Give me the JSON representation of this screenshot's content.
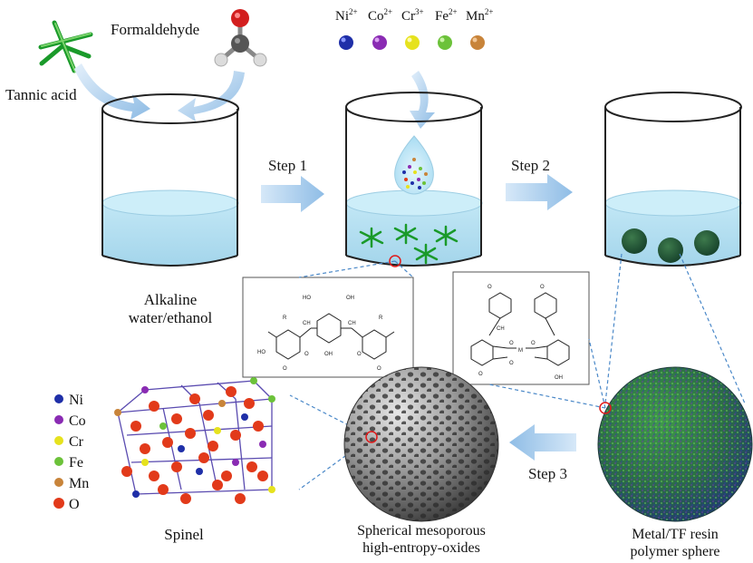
{
  "reactants": {
    "tannic_acid": "Tannic acid",
    "formaldehyde": "Formaldehyde"
  },
  "solvent": {
    "line1": "Alkaline",
    "line2": "water/ethanol"
  },
  "ions": [
    {
      "label": "Ni",
      "charge": "2+",
      "color": "#1f2fa8"
    },
    {
      "label": "Co",
      "charge": "2+",
      "color": "#8a2bb3"
    },
    {
      "label": "Cr",
      "charge": "3+",
      "color": "#e6e21e"
    },
    {
      "label": "Fe",
      "charge": "2+",
      "color": "#6cc23a"
    },
    {
      "label": "Mn",
      "charge": "2+",
      "color": "#c8843a"
    }
  ],
  "steps": {
    "step1": "Step 1",
    "step2": "Step 2",
    "step3": "Step 3"
  },
  "structure_labels": {
    "left": {
      "ho1": "HO",
      "oh1": "OH",
      "ch2a": "CH",
      "ch2b": "CH",
      "r1": "R",
      "r2": "R",
      "oh2": "OH",
      "ho2": "HO",
      "o1": "O",
      "o2": "O",
      "o3": "O",
      "o4": "O"
    },
    "right": {
      "ch2": "CH",
      "m": "M",
      "o1": "O",
      "o2": "O",
      "o3": "O",
      "oh": "OH",
      "o4": "O",
      "o5": "O",
      "o6": "O"
    }
  },
  "legend": [
    {
      "label": "Ni",
      "color": "#1f2fa8"
    },
    {
      "label": "Co",
      "color": "#8a2bb3"
    },
    {
      "label": "Cr",
      "color": "#e6e21e"
    },
    {
      "label": "Fe",
      "color": "#6cc23a"
    },
    {
      "label": "Mn",
      "color": "#c8843a"
    },
    {
      "label": "O",
      "color": "#e23a1a"
    }
  ],
  "products": {
    "spinel": "Spinel",
    "mesoporous_line1": "Spherical mesoporous",
    "mesoporous_line2": "high-entropy-oxides",
    "resin_line1": "Metal/TF resin",
    "resin_line2": "polymer sphere"
  }
}
